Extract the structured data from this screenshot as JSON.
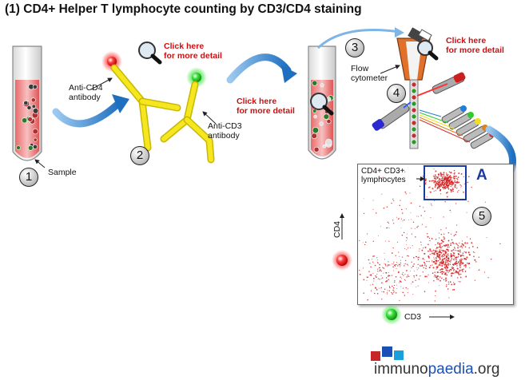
{
  "title": "(1) CD4+ Helper T lymphocyte counting by CD3/CD4 staining",
  "labels": {
    "sample": "Sample",
    "anti_cd4": "Anti-CD4\nantibody",
    "anti_cd3": "Anti-CD3\nantibody",
    "flow_cytometer": "Flow\ncytometer",
    "gate": "CD4+ CD3+\nlymphocytes",
    "gate_letter": "A",
    "x_axis": "CD3",
    "y_axis": "CD4"
  },
  "click_here": "Click here\nfor more detail",
  "steps": [
    "1",
    "2",
    "3",
    "4",
    "5"
  ],
  "brand": {
    "prefix": "immuno",
    "mid": "paedia",
    "suffix": ".org"
  },
  "colors": {
    "red_fluor": "#e8202a",
    "green_fluor": "#2ecc2e",
    "antibody": "#f0e020",
    "arrow": "#2f86d0",
    "dots": "#d42020",
    "gate_box": "#1a3aa0"
  },
  "icons": [
    "magnifier-icon",
    "tube-icon",
    "antibody-icon",
    "arrow-icon",
    "laser-icon",
    "cube-logo-icon"
  ]
}
